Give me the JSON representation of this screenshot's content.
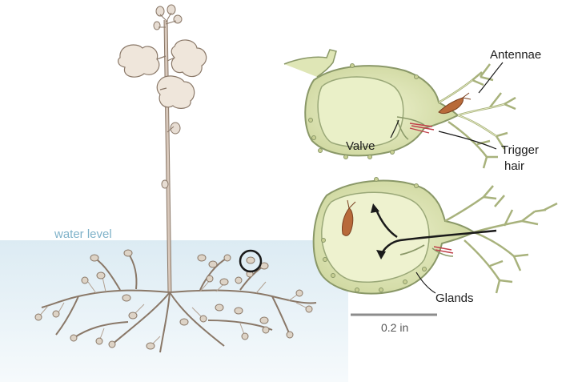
{
  "labels": {
    "water_level": "water level",
    "antennae": "Antennae",
    "valve": "Valve",
    "trigger_line1": "Trigger",
    "trigger_line2": "hair",
    "glands": "Glands",
    "scale": "0.2 in"
  },
  "colors": {
    "water": "#e3eef5",
    "stem": "#c9b6a8",
    "stem_outline": "#8a7868",
    "bladder_fill": "#dfe6b6",
    "bladder_wall": "#9aa878",
    "trigger_hair": "#c0404a",
    "prey": "#b86a3a",
    "arrow": "#1a1a1a",
    "scale_bar": "#8c8c8c"
  }
}
